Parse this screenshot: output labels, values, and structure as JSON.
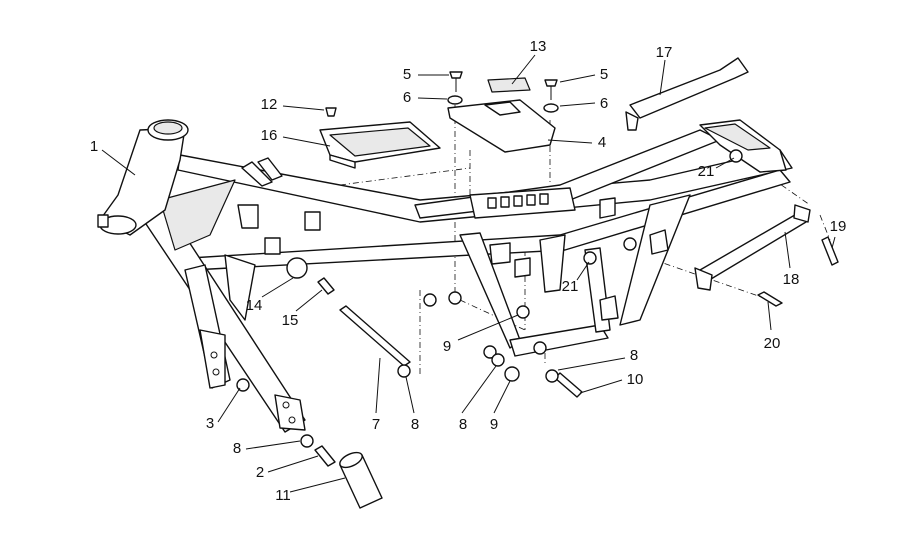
{
  "diagram": {
    "callouts": [
      {
        "id": "c1",
        "label": "1"
      },
      {
        "id": "c2",
        "label": "2"
      },
      {
        "id": "c3",
        "label": "3"
      },
      {
        "id": "c4",
        "label": "4"
      },
      {
        "id": "c5a",
        "label": "5"
      },
      {
        "id": "c5b",
        "label": "5"
      },
      {
        "id": "c6a",
        "label": "6"
      },
      {
        "id": "c6b",
        "label": "6"
      },
      {
        "id": "c7",
        "label": "7"
      },
      {
        "id": "c8a",
        "label": "8"
      },
      {
        "id": "c8b",
        "label": "8"
      },
      {
        "id": "c8c",
        "label": "8"
      },
      {
        "id": "c8d",
        "label": "8"
      },
      {
        "id": "c9a",
        "label": "9"
      },
      {
        "id": "c9b",
        "label": "9"
      },
      {
        "id": "c10",
        "label": "10"
      },
      {
        "id": "c11",
        "label": "11"
      },
      {
        "id": "c12",
        "label": "12"
      },
      {
        "id": "c13",
        "label": "13"
      },
      {
        "id": "c14",
        "label": "14"
      },
      {
        "id": "c15",
        "label": "15"
      },
      {
        "id": "c16",
        "label": "16"
      },
      {
        "id": "c17",
        "label": "17"
      },
      {
        "id": "c18",
        "label": "18"
      },
      {
        "id": "c19",
        "label": "19"
      },
      {
        "id": "c20",
        "label": "20"
      },
      {
        "id": "c21a",
        "label": "21"
      },
      {
        "id": "c21b",
        "label": "21"
      }
    ]
  }
}
